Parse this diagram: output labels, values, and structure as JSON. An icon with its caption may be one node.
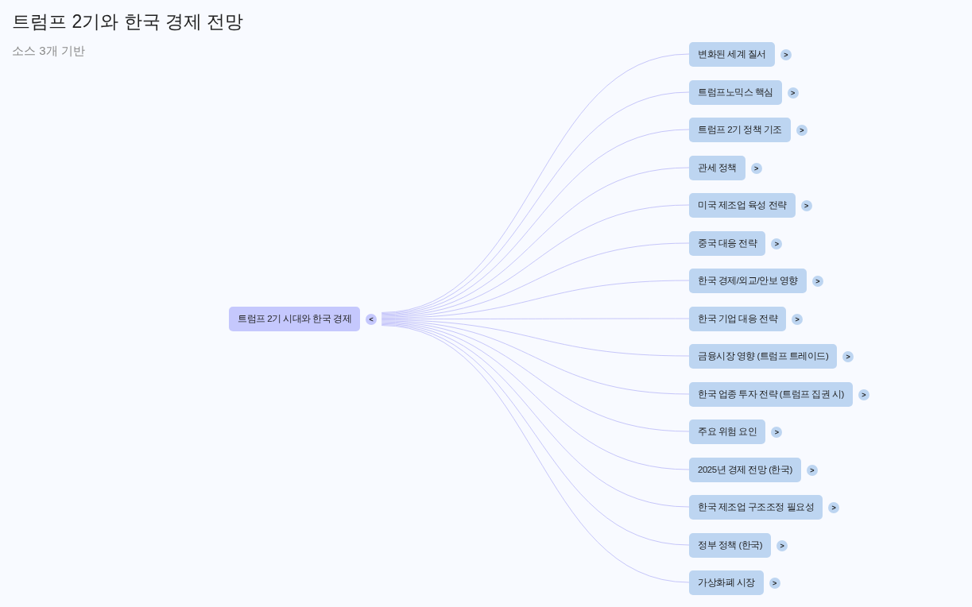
{
  "diagram": {
    "title": "트럼프 2기와 한국 경제 전망",
    "nodes": [
      {
        "text": [
          "트럼프 2기 시대와 한국 경제"
        ],
        "beside": [
          "<"
        ]
      },
      {
        "text": [
          "변화된 세계 질서"
        ],
        "beside": [
          ">"
        ]
      },
      {
        "text": [
          "트럼프노믹스 핵심"
        ],
        "beside": [
          ">"
        ]
      },
      {
        "text": [
          "트럼프 2기 정책 기조"
        ],
        "beside": [
          ">"
        ]
      },
      {
        "text": [
          "관세 정책"
        ],
        "beside": [
          ">"
        ]
      },
      {
        "text": [
          "미국 제조업 육성 전략"
        ],
        "beside": [
          ">"
        ]
      },
      {
        "text": [
          "중국 대응 전략"
        ],
        "beside": [
          ">"
        ]
      },
      {
        "text": [
          "한국 경제/외교/안보 영향"
        ],
        "beside": [
          ">"
        ]
      },
      {
        "text": [
          "한국 기업 대응 전략"
        ],
        "beside": [
          ">"
        ]
      },
      {
        "text": [
          "금융시장 영향 (트럼프 트레이드)"
        ],
        "beside": [
          ">"
        ]
      },
      {
        "text": [
          "한국 업종 투자 전략 (트럼프 집권 시)"
        ],
        "beside": [
          ">"
        ]
      },
      {
        "text": [
          "주요 위험 요인"
        ],
        "beside": [
          ">"
        ]
      },
      {
        "text": [
          "2025년 경제 전망 (한국)"
        ],
        "beside": [
          ">"
        ]
      },
      {
        "text": [
          "한국 제조업 구조조정 필요성"
        ],
        "beside": [
          ">"
        ]
      },
      {
        "text": [
          "정부 정책 (한국)"
        ],
        "beside": [
          ">"
        ]
      },
      {
        "text": [
          "가상화폐 시장"
        ],
        "beside": [
          ">"
        ]
      }
    ],
    "edges": [
      {
        "from": 0,
        "to": 1,
        "arrow": "none"
      },
      {
        "from": 0,
        "to": 2,
        "arrow": "none"
      },
      {
        "from": 0,
        "to": 3,
        "arrow": "none"
      },
      {
        "from": 0,
        "to": 4,
        "arrow": "none"
      },
      {
        "from": 0,
        "to": 5,
        "arrow": "none"
      },
      {
        "from": 0,
        "to": 6,
        "arrow": "none"
      },
      {
        "from": 0,
        "to": 7,
        "arrow": "none"
      },
      {
        "from": 0,
        "to": 8,
        "arrow": "none"
      },
      {
        "from": 0,
        "to": 9,
        "arrow": "none"
      },
      {
        "from": 0,
        "to": 10,
        "arrow": "none"
      },
      {
        "from": 0,
        "to": 11,
        "arrow": "none"
      },
      {
        "from": 0,
        "to": 12,
        "arrow": "none"
      },
      {
        "from": 0,
        "to": 13,
        "arrow": "none"
      },
      {
        "from": 0,
        "to": 14,
        "arrow": "none"
      },
      {
        "from": 0,
        "to": 15,
        "arrow": "none"
      }
    ],
    "labels": [
      "소스 3개 기반"
    ]
  }
}
